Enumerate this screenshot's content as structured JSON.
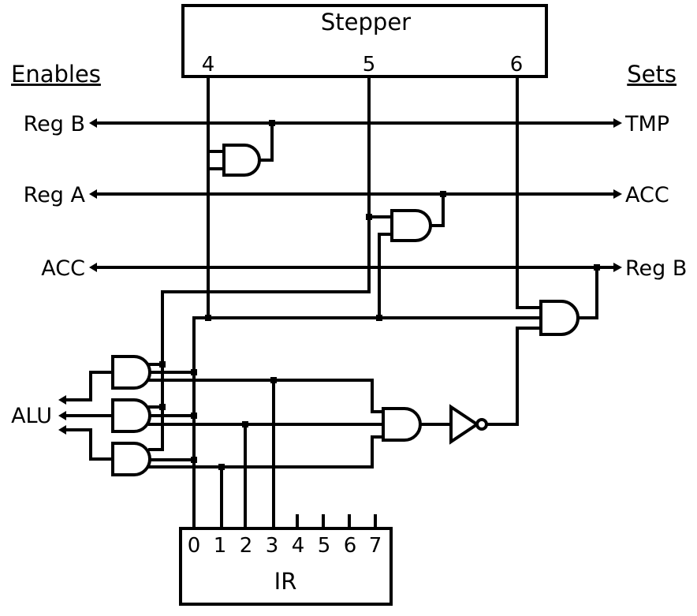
{
  "stepper": {
    "title": "Stepper",
    "outputs": [
      "4",
      "5",
      "6"
    ]
  },
  "enables": {
    "header": "Enables",
    "reg_b": "Reg B",
    "reg_a": "Reg A",
    "acc": "ACC",
    "alu": "ALU"
  },
  "sets": {
    "header": "Sets",
    "tmp": "TMP",
    "acc": "ACC",
    "reg_b": "Reg B"
  },
  "ir": {
    "title": "IR",
    "bits": [
      "0",
      "1",
      "2",
      "3",
      "4",
      "5",
      "6",
      "7"
    ]
  },
  "colors": {
    "line": "#000000",
    "background": "#ffffff"
  }
}
